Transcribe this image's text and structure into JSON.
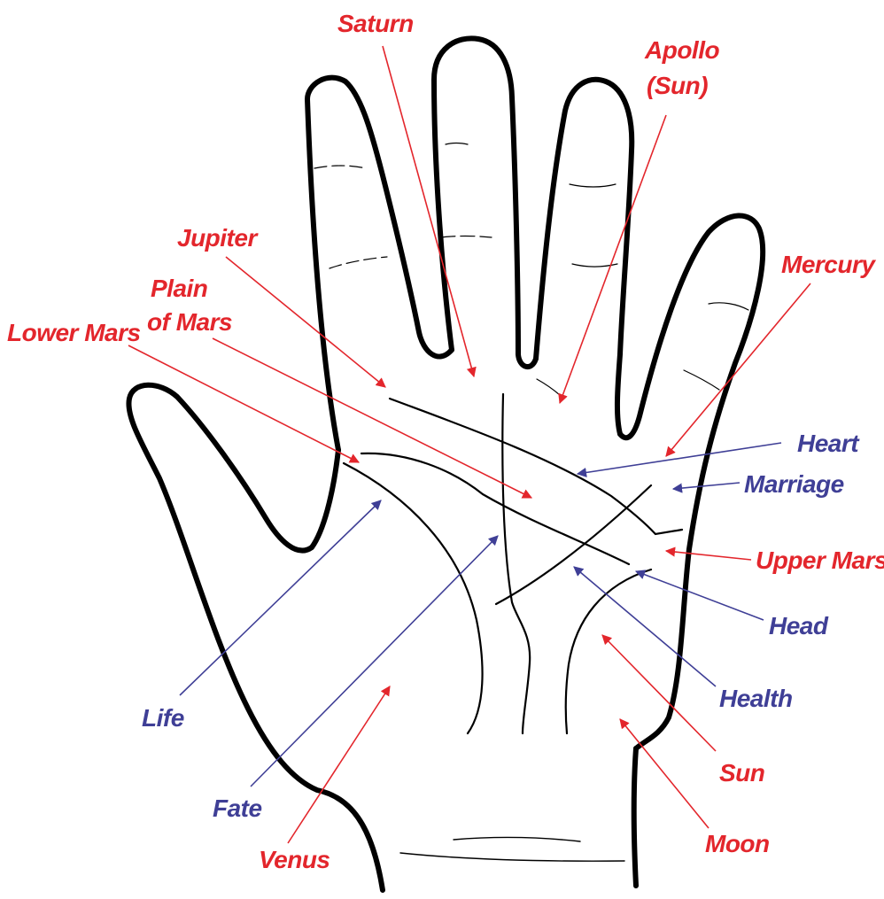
{
  "colors": {
    "mount": "#e3262c",
    "line": "#3f3f96",
    "outline": "#000000"
  },
  "labels": {
    "saturn": "Saturn",
    "apollo_1": "Apollo",
    "apollo_2": "(Sun)",
    "jupiter": "Jupiter",
    "mercury": "Mercury",
    "plain_1": "Plain",
    "plain_2": "of Mars",
    "lower_mars": "Lower Mars",
    "heart": "Heart",
    "marriage": "Marriage",
    "upper_mars": "Upper Mars",
    "head": "Head",
    "health": "Health",
    "life": "Life",
    "sun": "Sun",
    "fate": "Fate",
    "moon": "Moon",
    "venus": "Venus"
  },
  "legend": {
    "mount_labels": [
      "Saturn",
      "Apollo (Sun)",
      "Jupiter",
      "Mercury",
      "Plain of Mars",
      "Lower Mars",
      "Upper Mars",
      "Sun",
      "Moon",
      "Venus"
    ],
    "line_labels": [
      "Heart",
      "Marriage",
      "Head",
      "Health",
      "Life",
      "Fate"
    ]
  }
}
